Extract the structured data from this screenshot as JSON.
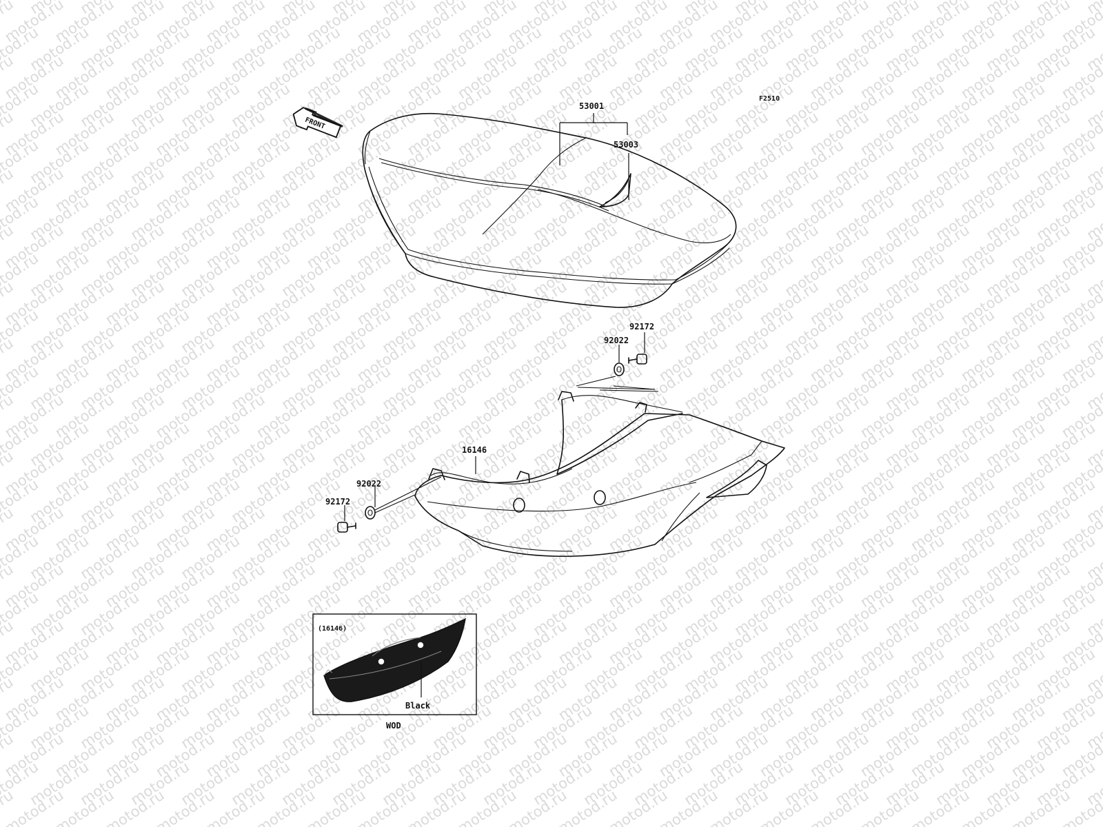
{
  "watermark": {
    "text": "motod.ru"
  },
  "figure": {
    "code": "F2510",
    "front_arrow": "FRONT"
  },
  "parts": {
    "seat": "53001",
    "seat_sub": "53003",
    "bolt_upper": "92172",
    "washer_upper": "92022",
    "side_cover": "16146",
    "washer_lower": "92022",
    "bolt_lower": "92172"
  },
  "inset": {
    "title": "(16146)",
    "color_label": "Black",
    "caption": "WOD"
  }
}
